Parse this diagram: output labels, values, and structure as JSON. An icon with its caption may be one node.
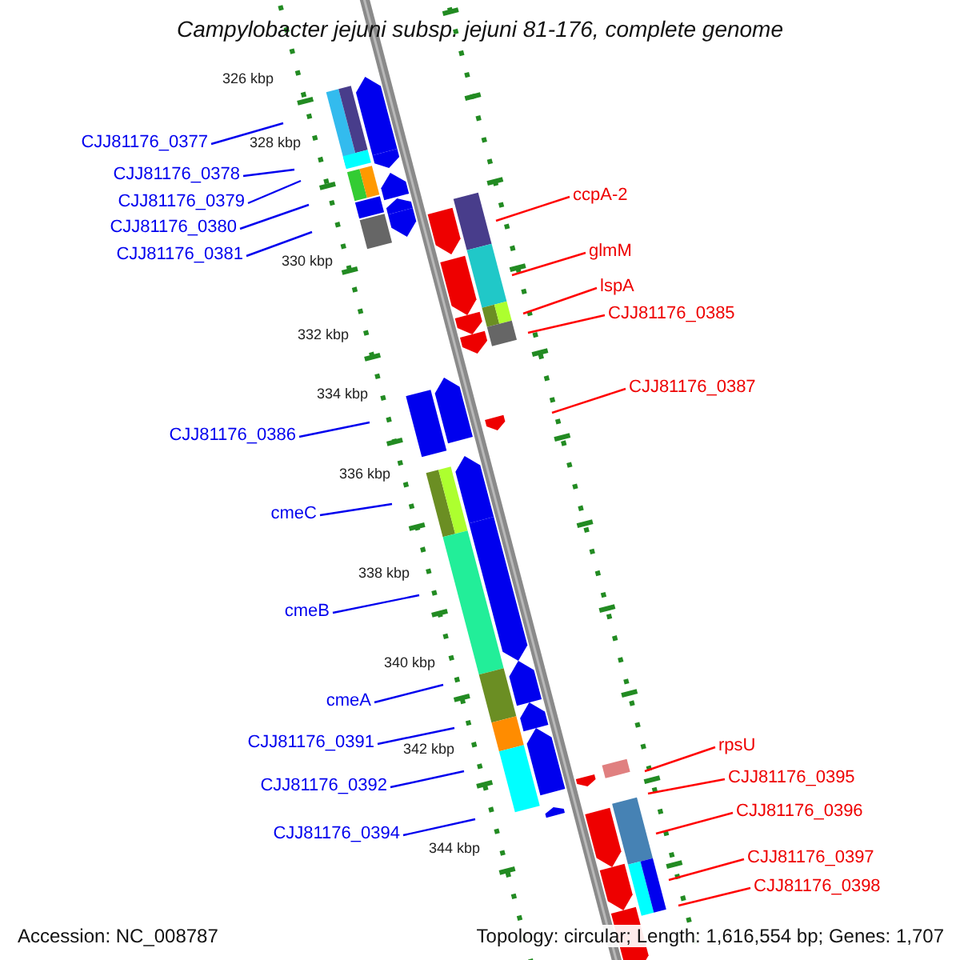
{
  "diagram": {
    "title": "Campylobacter jejuni subsp. jejuni 81-176, complete genome",
    "nodes": [
      {
        "text": [
          "CJJ81176_0377"
        ]
      },
      {
        "text": [
          "CJJ81176_0378"
        ]
      },
      {
        "text": [
          "CJJ81176_0379"
        ]
      },
      {
        "text": [
          "CJJ81176_0380"
        ]
      },
      {
        "text": [
          "CJJ81176_0381"
        ]
      },
      {
        "text": [
          "ccpA-2"
        ]
      },
      {
        "text": [
          "glmM"
        ]
      },
      {
        "text": [
          "lspA"
        ]
      },
      {
        "text": [
          "CJJ81176_0385"
        ]
      },
      {
        "text": [
          "CJJ81176_0387"
        ]
      },
      {
        "text": [
          "CJJ81176_0386"
        ]
      },
      {
        "text": [
          "cmeC"
        ]
      },
      {
        "text": [
          "cmeB"
        ]
      },
      {
        "text": [
          "cmeA"
        ]
      },
      {
        "text": [
          "CJJ81176_0391"
        ]
      },
      {
        "text": [
          "rpsU"
        ]
      },
      {
        "text": [
          "CJJ81176_0395"
        ]
      },
      {
        "text": [
          "CJJ81176_0392"
        ]
      },
      {
        "text": [
          "CJJ81176_0396"
        ]
      },
      {
        "text": [
          "CJJ81176_0394"
        ]
      },
      {
        "text": [
          "CJJ81176_0397"
        ]
      },
      {
        "text": [
          "CJJ81176_0398"
        ]
      }
    ],
    "edges": [
      {
        "from": 0,
        "to": null,
        "arrow": "none"
      },
      {
        "from": 1,
        "to": null,
        "arrow": "none"
      },
      {
        "from": 2,
        "to": null,
        "arrow": "none"
      },
      {
        "from": 3,
        "to": null,
        "arrow": "none"
      },
      {
        "from": 4,
        "to": null,
        "arrow": "none"
      },
      {
        "from": 5,
        "to": null,
        "arrow": "none",
        "color": "#ff0000"
      },
      {
        "from": 6,
        "to": null,
        "arrow": "none",
        "color": "#ff0000"
      },
      {
        "from": 7,
        "to": null,
        "arrow": "none",
        "color": "#ff0000"
      },
      {
        "from": 8,
        "to": null,
        "arrow": "none",
        "color": "#ff0000"
      },
      {
        "from": 9,
        "to": null,
        "arrow": "none",
        "color": "#ff0000"
      },
      {
        "from": 10,
        "to": null,
        "arrow": "none"
      },
      {
        "from": 11,
        "to": null,
        "arrow": "none"
      },
      {
        "from": 12,
        "to": null,
        "arrow": "none"
      },
      {
        "from": 13,
        "to": null,
        "arrow": "none"
      },
      {
        "from": 14,
        "to": null,
        "arrow": "none"
      },
      {
        "from": 15,
        "to": null,
        "arrow": "none",
        "color": "#ff0000"
      },
      {
        "from": 16,
        "to": null,
        "arrow": "none",
        "color": "#ff0000"
      },
      {
        "from": 17,
        "to": null,
        "arrow": "none"
      },
      {
        "from": 18,
        "to": null,
        "arrow": "none",
        "color": "#ff0000"
      },
      {
        "from": 19,
        "to": null,
        "arrow": "none"
      },
      {
        "from": 20,
        "to": null,
        "arrow": "none",
        "color": "#ff0000"
      },
      {
        "from": 21,
        "to": null,
        "arrow": "none",
        "color": "#ff0000"
      }
    ],
    "labels": [
      "326 kbp",
      "328 kbp",
      "330 kbp",
      "332 kbp",
      "334 kbp",
      "336 kbp",
      "338 kbp",
      "340 kbp",
      "342 kbp",
      "344 kbp",
      "Accession: NC_008787",
      "Topology: circular; Length: 1,616,554 bp; Genes: 1,707"
    ]
  }
}
